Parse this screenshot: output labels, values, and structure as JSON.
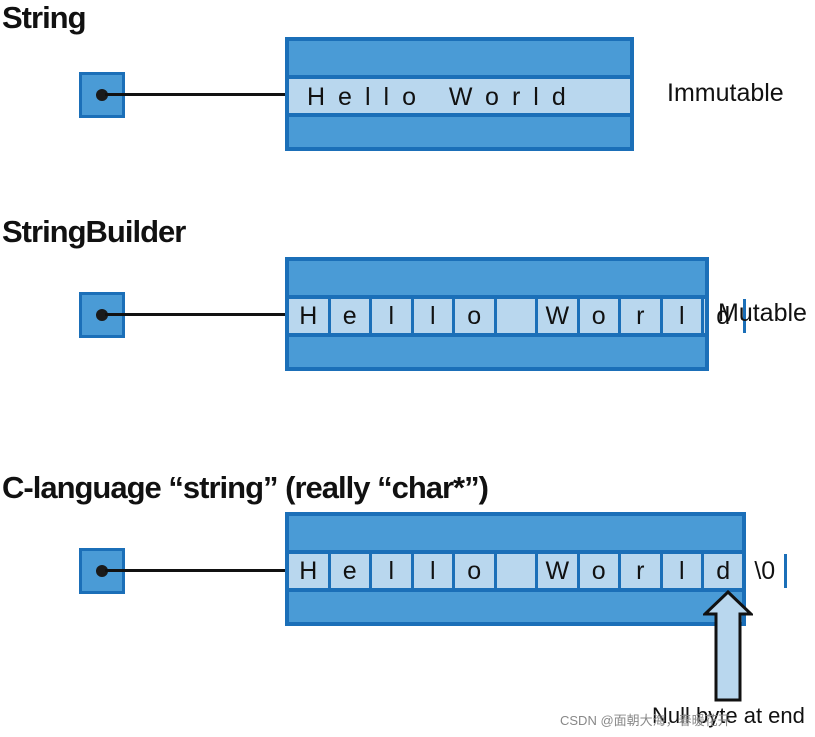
{
  "titles": {
    "string": "String",
    "stringbuilder": "StringBuilder",
    "c_string": "C-language “string” (really “char*”)"
  },
  "labels": {
    "immutable": "Immutable",
    "mutable": "Mutable",
    "null_byte_note": "Null byte at end"
  },
  "string_text": "Hello World",
  "stringbuilder_chars": [
    "H",
    "e",
    "l",
    "l",
    "o",
    " ",
    "W",
    "o",
    "r",
    "l",
    "d"
  ],
  "c_chars": [
    "H",
    "e",
    "l",
    "l",
    "o",
    " ",
    "W",
    "o",
    "r",
    "l",
    "d",
    "\\0"
  ],
  "watermark": "CSDN @面朝大海，春暖花开",
  "colors": {
    "box_fill": "#4a9bd6",
    "box_border": "#1b6fb8",
    "content_fill": "#b9d7ee"
  }
}
